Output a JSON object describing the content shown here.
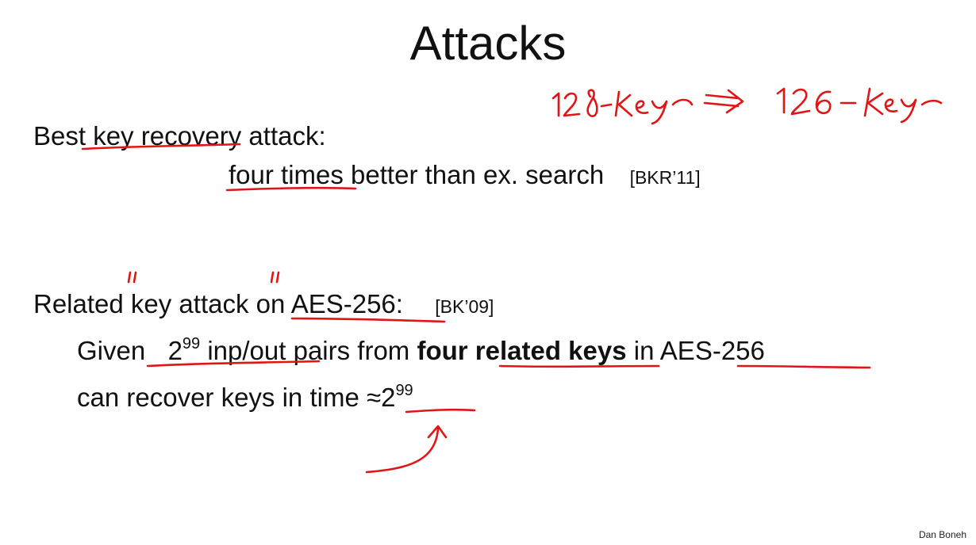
{
  "slide": {
    "title": "Attacks",
    "best": {
      "line1": "Best key recovery attack:",
      "line2_pre": "four times",
      "line2_post": " better than ex. search",
      "citation": "[BKR’11]"
    },
    "related": {
      "heading": "Related key attack on AES-256:",
      "citation": "[BK’09]",
      "given_pre": "Given",
      "exp_base": "2",
      "exp_power": "99",
      "given_mid": " inp/out",
      "given_mid2": " pairs from ",
      "given_bold": "four related keys",
      "given_in": " in ",
      "given_cipher": "AES-256",
      "recover_pre": "can recover keys in time ≈",
      "recover_base": "2",
      "recover_power": "99"
    },
    "footer": "Dan Boneh"
  },
  "annotations": {
    "handwritten_note": "128-key ⟹ 126-key",
    "quote_left": "”",
    "quote_right": "”",
    "color": "#e01515"
  }
}
